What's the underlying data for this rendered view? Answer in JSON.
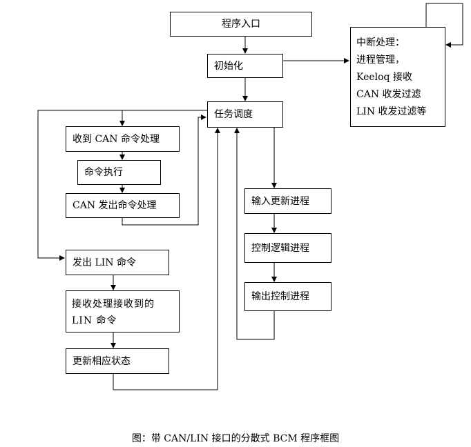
{
  "boxes": {
    "entry": "程序入口",
    "init": "初始化",
    "scheduler": "任务调度",
    "can_recv": "收到 CAN 命令处理",
    "cmd_exec": "命令执行",
    "can_send": "CAN 发出命令处理",
    "lin_send": "发出 LIN 命令",
    "lin_recv_line1": "接收处理接收到的",
    "lin_recv_line2": "LIN 命令",
    "update_state": "更新相应状态",
    "input_update": "输入更新进程",
    "control_logic": "控制逻辑进程",
    "output_control": "输出控制进程"
  },
  "interrupt": {
    "lines": [
      "中断处理：",
      "进程管理，",
      "Keeloq 接收",
      "CAN  收发过滤",
      "LIN 收发过滤等"
    ]
  },
  "caption": "图：带 CAN/LIN 接口的分散式 BCM 程序框图"
}
